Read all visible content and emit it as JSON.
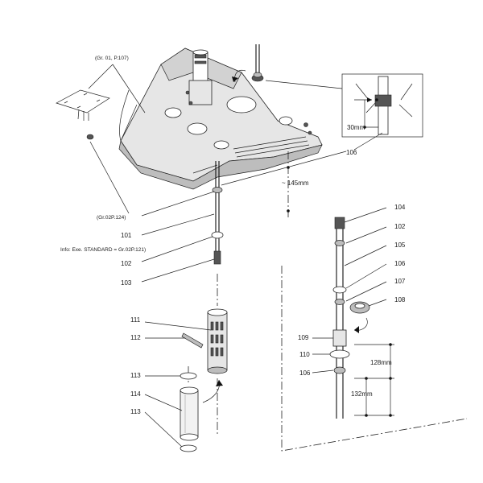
{
  "labels": {
    "ref_gr01": "(Gr. 01, P.107)",
    "ref_gr02_124": "(Gr.02P.124)",
    "info": "Info: Exe. STANDARD = Gr.02P.121)",
    "p101": "101",
    "p102a": "102",
    "p103": "103",
    "p104": "104",
    "p102b": "102",
    "p105": "105",
    "p106a": "106",
    "p106b": "106",
    "p106c": "106",
    "p107": "107",
    "p108": "108",
    "p109": "109",
    "p110": "110",
    "p111": "111",
    "p112": "112",
    "p113a": "113",
    "p113b": "113",
    "p114": "114"
  },
  "dimensions": {
    "d145": "145mm",
    "d30": "30mm",
    "d128": "128mm",
    "d132": "132mm"
  }
}
